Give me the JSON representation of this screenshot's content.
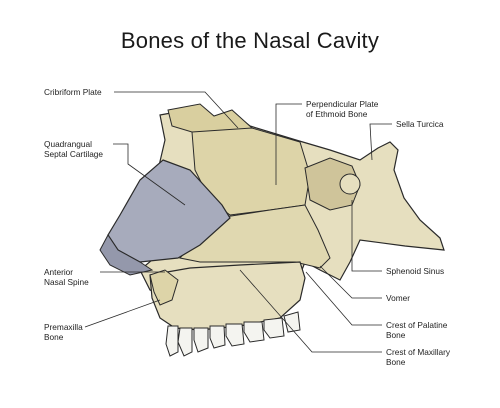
{
  "title": "Bones of the Nasal Cavity",
  "labels": {
    "cribriform_plate": "Cribriform Plate",
    "quadrangual_septal_cartilage": "Quadrangual\nSeptal Cartilage",
    "anterior_nasal_spine": "Anterior\nNasal Spine",
    "premaxilla_bone": "Premaxilla\nBone",
    "perpendicular_plate": "Perpendicular Plate\nof Ethmoid Bone",
    "sella_turcica": "Sella Turcica",
    "sphenoid_sinus": "Sphenoid Sinus",
    "vomer": "Vomer",
    "crest_of_palatine_bone": "Crest of Palatine\nBone",
    "crest_of_maxillary_bone": "Crest of Maxillary\nBone"
  },
  "stock_id": "903405609",
  "colors": {
    "bone": "#e6dfbf",
    "bone_dark": "#cfc49a",
    "cartilage": "#a7abbc",
    "teeth": "#f4f4f0",
    "outline": "#2a2a2a"
  }
}
